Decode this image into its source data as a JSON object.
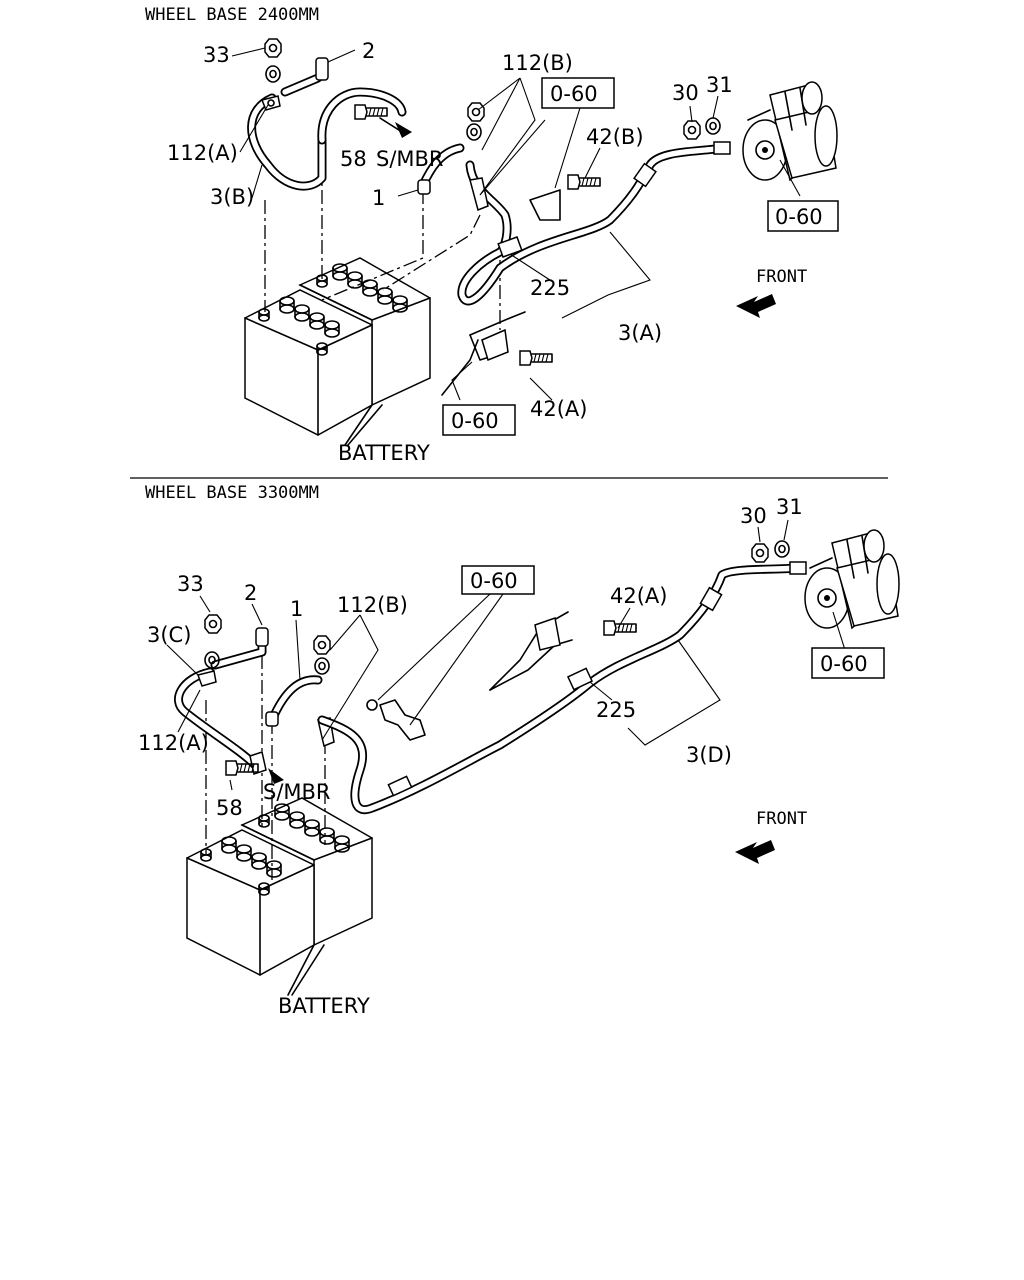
{
  "sections": [
    {
      "heading": "WHEEL BASE 2400MM",
      "callouts": {
        "c33": "33",
        "c2": "2",
        "c112b": "112(B)",
        "c112a": "112(A)",
        "c58": "58",
        "smbr": "S/MBR",
        "c3b": "3(B)",
        "c1": "1",
        "c30": "30",
        "c31": "31",
        "c42b": "42(B)",
        "c225": "225",
        "c3a": "3(A)",
        "c42a": "42(A)",
        "battery": "BATTERY",
        "front": "FRONT"
      },
      "refs": {
        "r1": "0-60",
        "r2": "0-60",
        "r3": "0-60"
      }
    },
    {
      "heading": "WHEEL BASE 3300MM",
      "callouts": {
        "c33": "33",
        "c2": "2",
        "c1": "1",
        "c112b": "112(B)",
        "c3c": "3(C)",
        "c112a": "112(A)",
        "c58": "58",
        "smbr": "S/MBR",
        "c30": "30",
        "c31": "31",
        "c42a": "42(A)",
        "c225": "225",
        "c3d": "3(D)",
        "battery": "BATTERY",
        "front": "FRONT"
      },
      "refs": {
        "r1": "0-60",
        "r2": "0-60"
      }
    }
  ]
}
